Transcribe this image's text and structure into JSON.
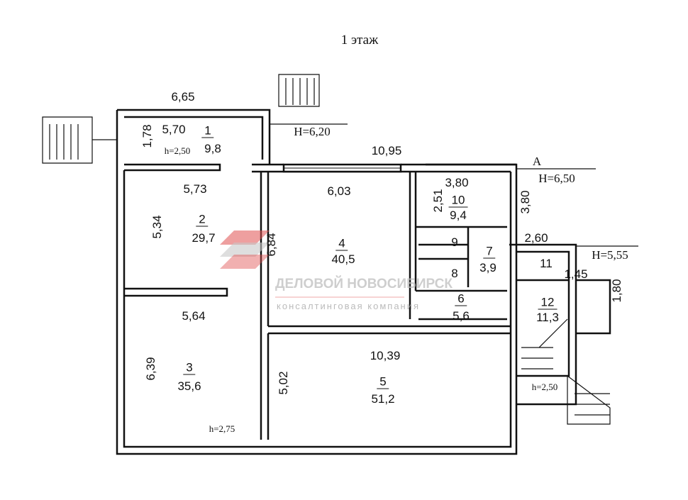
{
  "title": "1 этаж",
  "dims": {
    "d665": "6,65",
    "d1095": "10,95",
    "d178": "1,78",
    "d570": "5,70",
    "d573": "5,73",
    "d534": "5,34",
    "d603": "6,03",
    "d684": "6,84",
    "d380a": "3,80",
    "d251": "2,51",
    "d380b": "3,80",
    "d260": "2,60",
    "d145": "1,45",
    "d180": "1,80",
    "d564": "5,64",
    "d639": "6,39",
    "d1039": "10,39",
    "d502": "5,02"
  },
  "heights": {
    "h620": "H=6,20",
    "h650": "H=6,50",
    "h555": "H=5,55",
    "axis": "A",
    "r1": "h=2,50",
    "r3": "h=2,75",
    "r12": "h=2,50"
  },
  "rooms": [
    {
      "num": "1",
      "area": "9,8"
    },
    {
      "num": "2",
      "area": "29,7"
    },
    {
      "num": "3",
      "area": "35,6"
    },
    {
      "num": "4",
      "area": "40,5"
    },
    {
      "num": "5",
      "area": "51,2"
    },
    {
      "num": "6",
      "area": "5,6"
    },
    {
      "num": "7",
      "area": "3,9"
    },
    {
      "num": "8"
    },
    {
      "num": "9"
    },
    {
      "num": "10",
      "area": "9,4"
    },
    {
      "num": "11"
    },
    {
      "num": "12",
      "area": "11,3"
    }
  ],
  "watermark": {
    "line1": "ДЕЛОВОЙ НОВОСИБИРСК",
    "line2": "консалтинговая компания",
    "accent": "#e05050"
  }
}
